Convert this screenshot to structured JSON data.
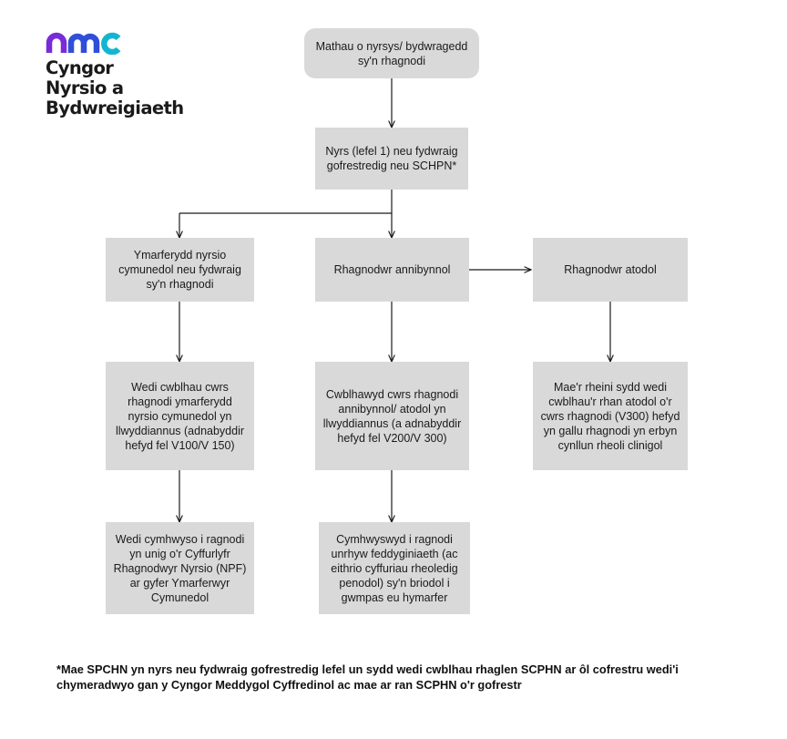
{
  "logo": {
    "mark": "nmc",
    "lines": [
      "Cyngor",
      "Nyrsio a",
      "Bydwreigiaeth"
    ],
    "colors": {
      "n": "#7a2bd8",
      "m": "#2f4fd8",
      "c": "#12b5d0"
    }
  },
  "nodes": {
    "top": "Mathau o nyrsys/ bydwragedd sy'n rhagnodi",
    "level1": "Nyrs (lefel 1) neu fydwraig gofrestredig neu SCHPN*",
    "community": "Ymarferydd nyrsio cymunedol neu fydwraig sy'n rhagnodi",
    "independent": "Rhagnodwr annibynnol",
    "supplementary": "Rhagnodwr atodol",
    "community_course": "Wedi cwblhau cwrs rhagnodi ymarferydd nyrsio cymunedol yn llwyddiannus (adnabyddir hefyd fel V100/V 150)",
    "independent_course": "Cwblhawyd cwrs rhagnodi annibynnol/ atodol yn llwyddiannus (a adnabyddir hefyd fel V200/V 300)",
    "supplementary_course": "Mae'r rheini sydd wedi cwblhau'r rhan atodol o'r cwrs rhagnodi (V300) hefyd yn gallu rhagnodi yn erbyn cynllun rheoli clinigol",
    "community_scope": "Wedi cymhwyso i ragnodi yn unig o'r Cyffurlyfr Rhagnodwyr Nyrsio (NPF) ar gyfer Ymarferwyr Cymunedol",
    "independent_scope": "Cymhwyswyd i ragnodi unrhyw feddyginiaeth (ac eithrio cyffuriau rheoledig penodol) sy'n briodol i gwmpas eu hymarfer"
  },
  "footnote": "*Mae SPCHN yn nyrs neu fydwraig gofrestredig lefel un sydd wedi cwblhau rhaglen SCPHN ar ôl cofrestru wedi'i chymeradwyo gan y Cyngor Meddygol Cyffredinol ac mae  ar ran SCPHN o'r gofrestr",
  "colors": {
    "box": "#d9d9d9",
    "line": "#1a1a1a"
  }
}
